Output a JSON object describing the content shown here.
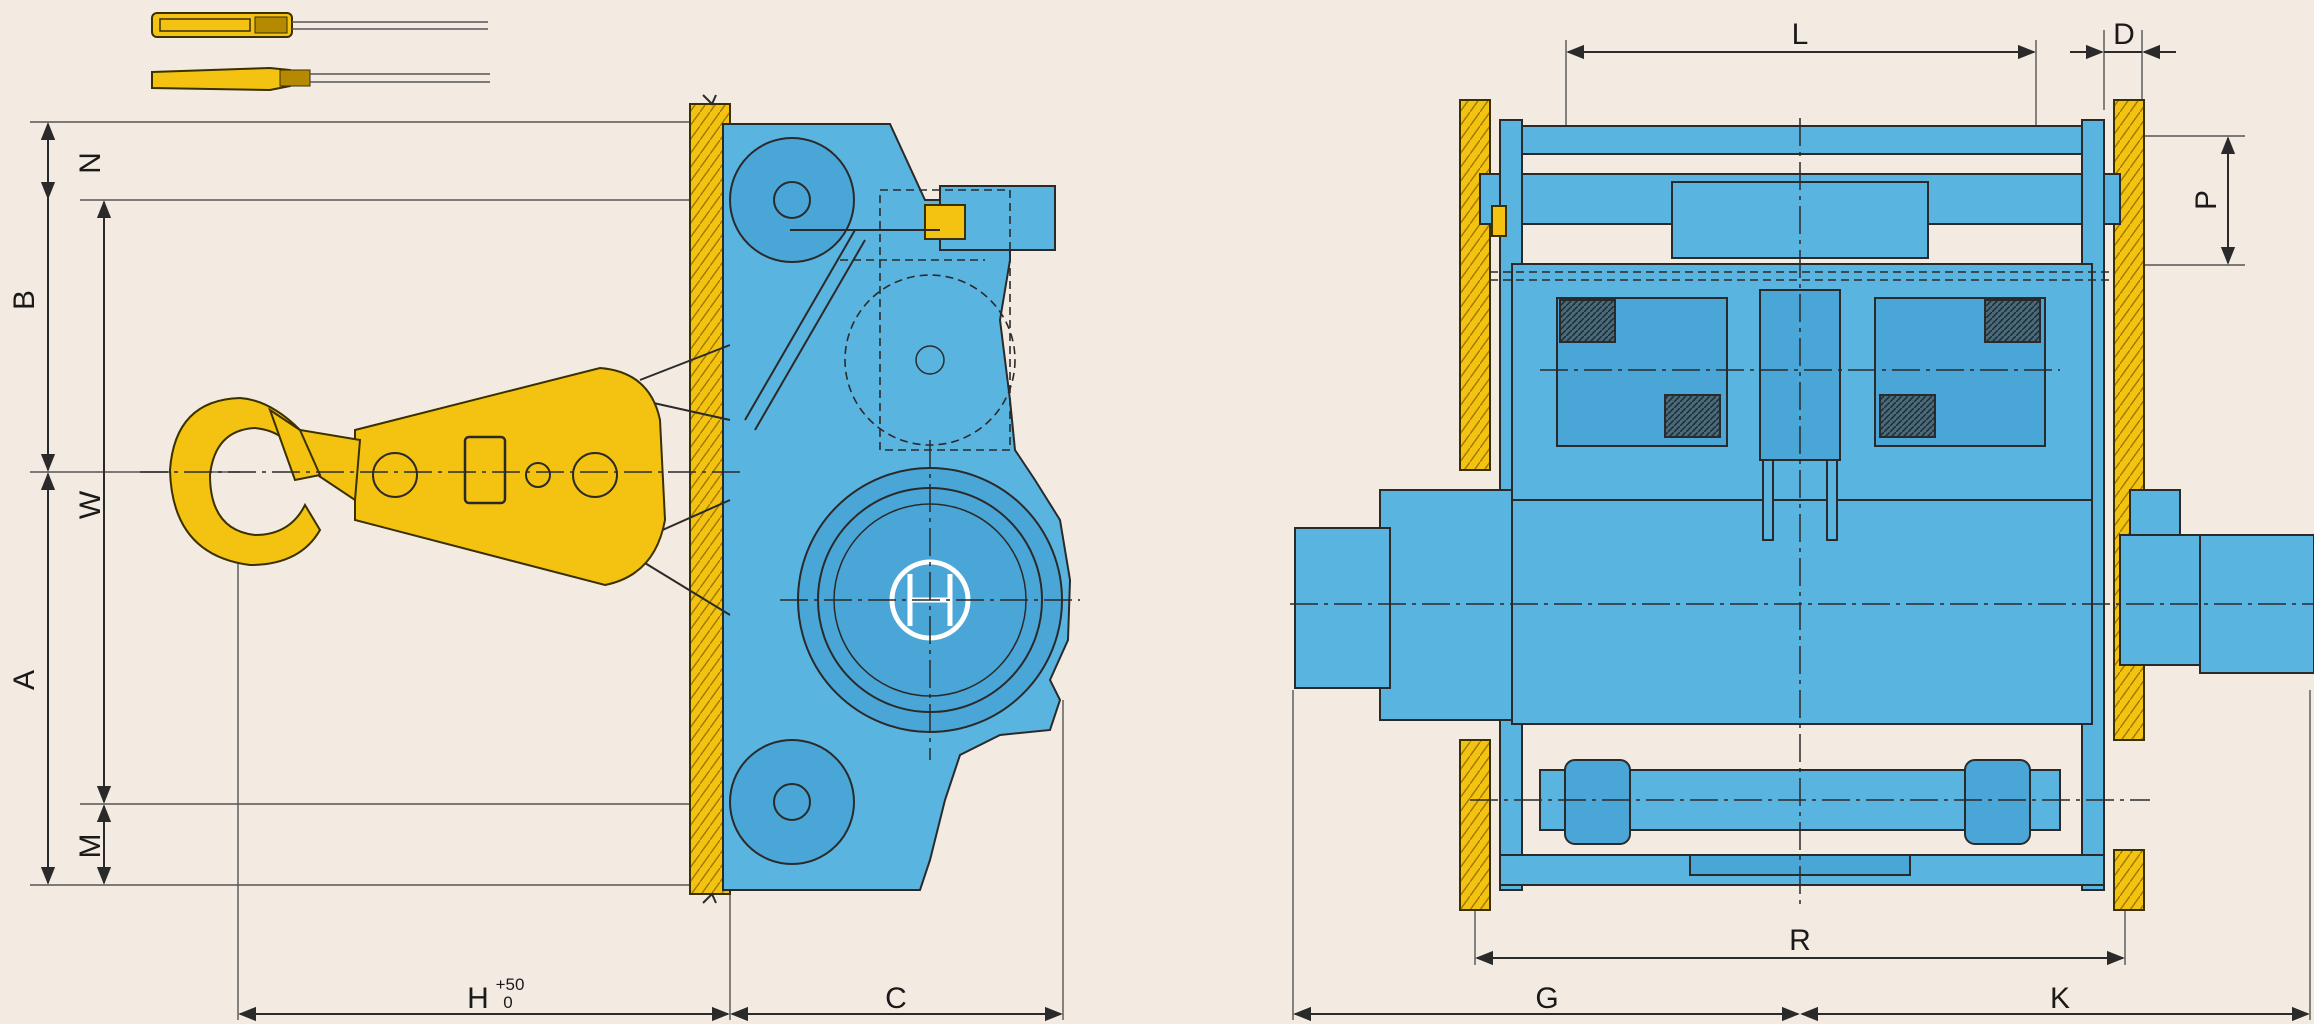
{
  "labels": {
    "L": "L",
    "D": "D",
    "P": "P",
    "N": "N",
    "B": "B",
    "W": "W",
    "A": "A",
    "M": "M",
    "H": "H",
    "H_tol_upper": "+50",
    "H_tol_lower": "0",
    "C": "C",
    "R": "R",
    "G": "G",
    "K": "K"
  },
  "colors": {
    "background": "#f3ebe1",
    "hoist_body": "#5ab4e0",
    "hook_and_rail": "#f4c211",
    "lines": "#2a2a2a"
  },
  "icons": {
    "pendant_top": "pendant-control-icon",
    "pendant_bottom": "pendant-control-icon",
    "motor_fan": "fan-emblem-icon"
  }
}
